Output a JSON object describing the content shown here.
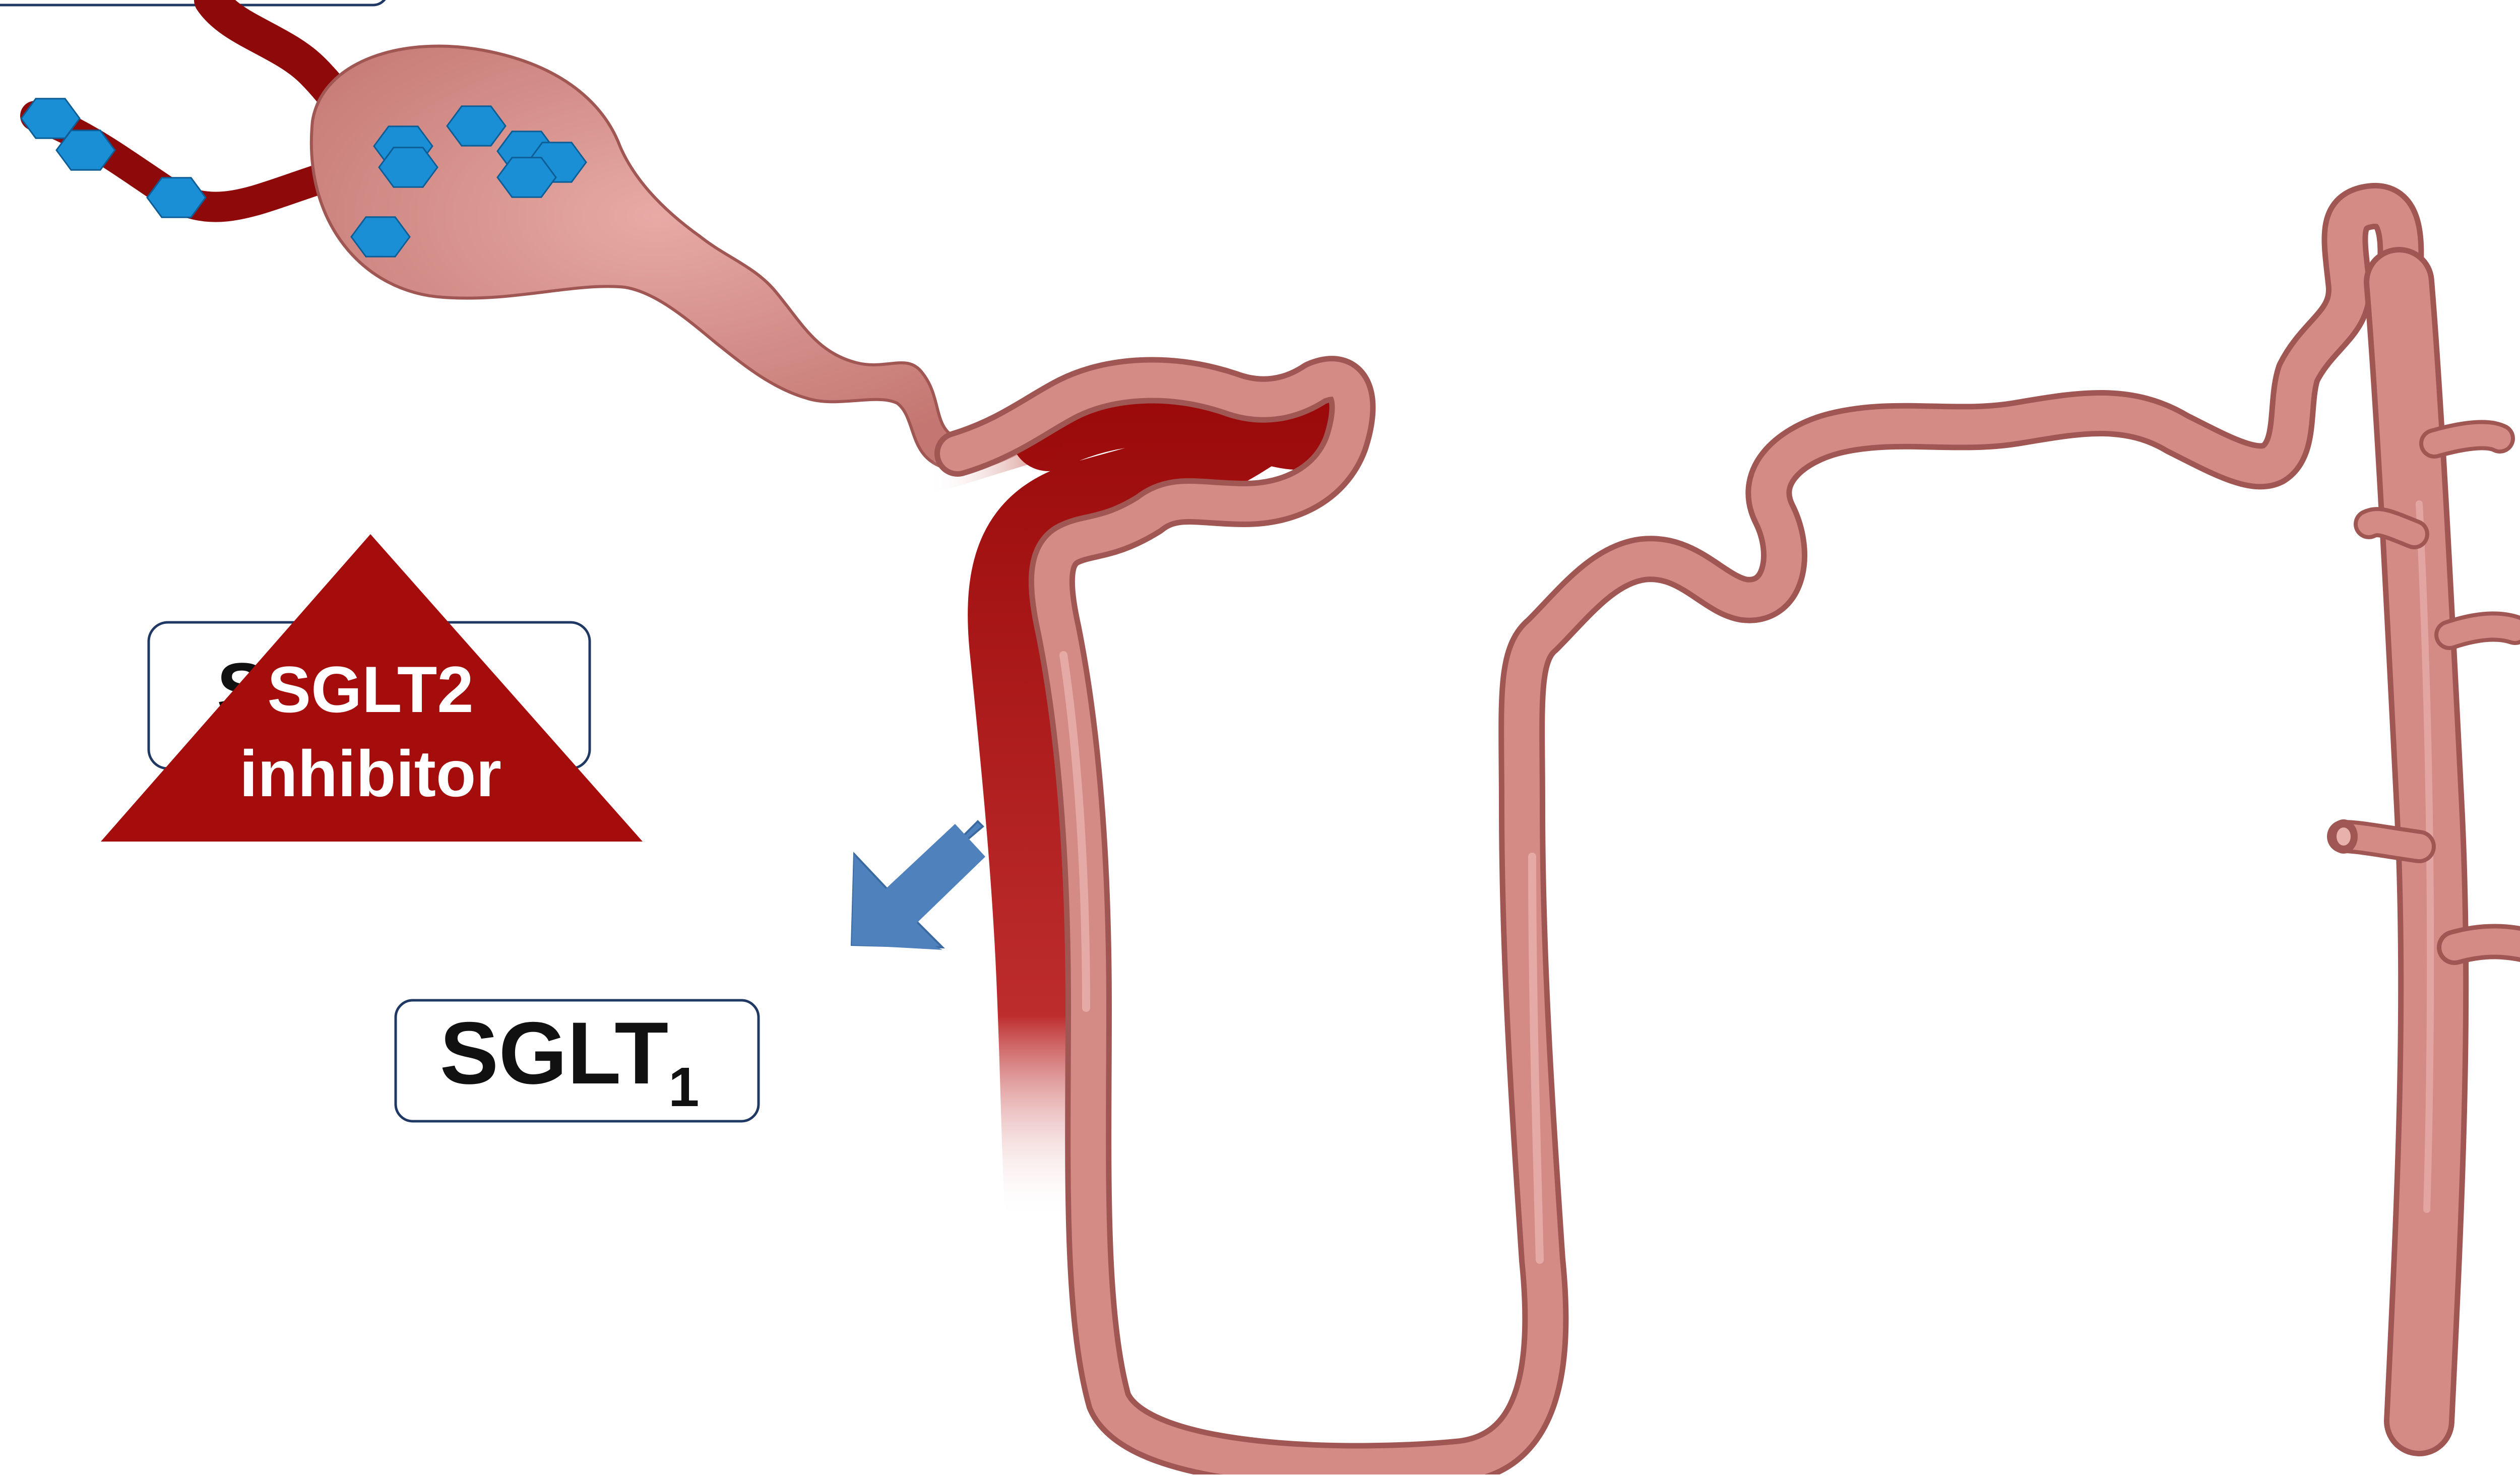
{
  "labels": {
    "inhibitor_line1": "SGLT2",
    "inhibitor_line2": "inhibitor",
    "transporter_main": "SGLT",
    "transporter_sub": "1"
  },
  "colors": {
    "tubule_fill": "#d48b86",
    "tubule_stroke": "#a05753",
    "tubule_highlight": "#e9b1ac",
    "vessel_red": "#9b0a0a",
    "inhibitor_triangle": "#a50d0d",
    "inhibitor_text": "#ffffff",
    "glucose_fill": "#1b8fd6",
    "glucose_stroke": "#0d5e96",
    "arrow_fill": "#4f81bd",
    "label_border": "#1f3864",
    "label_text": "#111111"
  },
  "icons": {
    "glucose": "hexagon-glucose-icon",
    "arrow": "down-left-arrow-icon"
  }
}
